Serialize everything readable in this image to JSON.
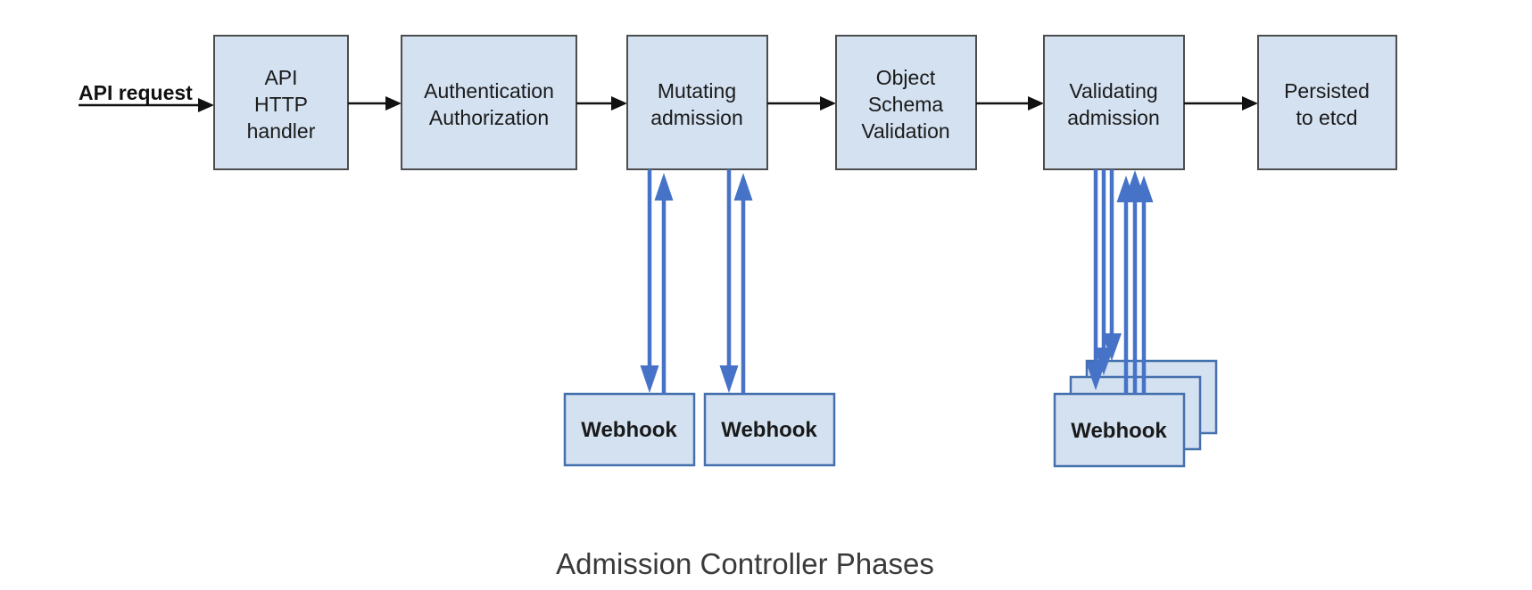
{
  "caption": "Admission Controller Phases",
  "api_request_label": "API request",
  "phases": [
    {
      "name": "api-http-handler",
      "lines": [
        "API",
        "HTTP",
        "handler"
      ]
    },
    {
      "name": "authentication-authorization",
      "lines": [
        "Authentication",
        "Authorization"
      ]
    },
    {
      "name": "mutating-admission",
      "lines": [
        "Mutating",
        "admission"
      ]
    },
    {
      "name": "object-schema-validation",
      "lines": [
        "Object",
        "Schema",
        "Validation"
      ]
    },
    {
      "name": "validating-admission",
      "lines": [
        "Validating",
        "admission"
      ]
    },
    {
      "name": "persisted-to-etcd",
      "lines": [
        "Persisted",
        "to etcd"
      ]
    }
  ],
  "webhooks": {
    "mutating": [
      {
        "label": "Webhook"
      },
      {
        "label": "Webhook"
      }
    ],
    "validating": [
      {
        "label": "Webhook"
      },
      {
        "label": "Webhook"
      },
      {
        "label": "Webhook"
      }
    ]
  },
  "flow_sequence": [
    "API request",
    "API HTTP handler",
    "Authentication Authorization",
    "Mutating admission",
    "Object Schema Validation",
    "Validating admission",
    "Persisted to etcd"
  ],
  "colors": {
    "box_fill": "#d3e1f1",
    "box_border": "#4d4d4d",
    "webhook_border": "#4470ad",
    "arrow_black": "#111111",
    "arrow_blue": "#4673c8",
    "text_color": "#1a1a1a",
    "caption_color": "#3a3a3a"
  }
}
